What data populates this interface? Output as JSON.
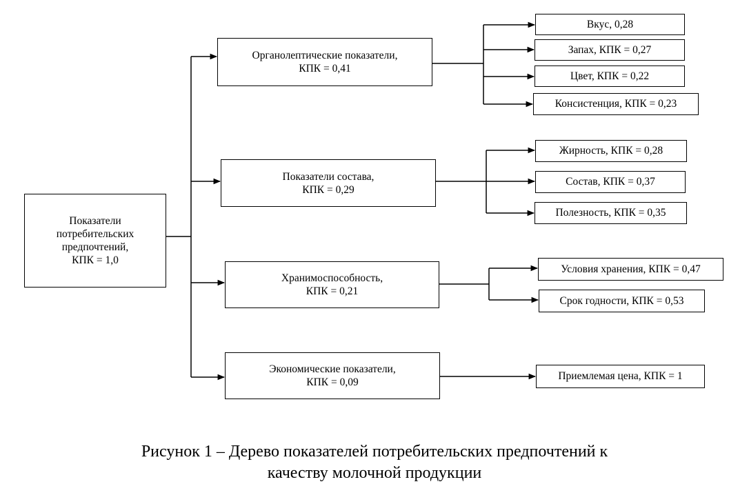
{
  "root": {
    "lines": [
      "Показатели",
      "потребительских",
      "предпочтений,",
      "КПК = 1,0"
    ]
  },
  "groups": [
    {
      "lines": [
        "Органолептические показатели,",
        "КПК = 0,41"
      ],
      "children": [
        "Вкус, 0,28",
        "Запах, КПК = 0,27",
        "Цвет, КПК = 0,22",
        "Консистенция, КПК = 0,23"
      ]
    },
    {
      "lines": [
        "Показатели состава,",
        "КПК = 0,29"
      ],
      "children": [
        "Жирность, КПК = 0,28",
        "Состав, КПК = 0,37",
        "Полезность, КПК = 0,35"
      ]
    },
    {
      "lines": [
        "Хранимоспособность,",
        "КПК = 0,21"
      ],
      "children": [
        "Условия хранения, КПК = 0,47",
        "Срок годности, КПК = 0,53"
      ]
    },
    {
      "lines": [
        "Экономические показатели,",
        "КПК = 0,09"
      ],
      "children": [
        "Приемлемая цена, КПК = 1"
      ]
    }
  ],
  "caption": {
    "line1": "Рисунок 1 – Дерево показателей потребительских предпочтений к",
    "line2": "качеству молочной продукции"
  }
}
